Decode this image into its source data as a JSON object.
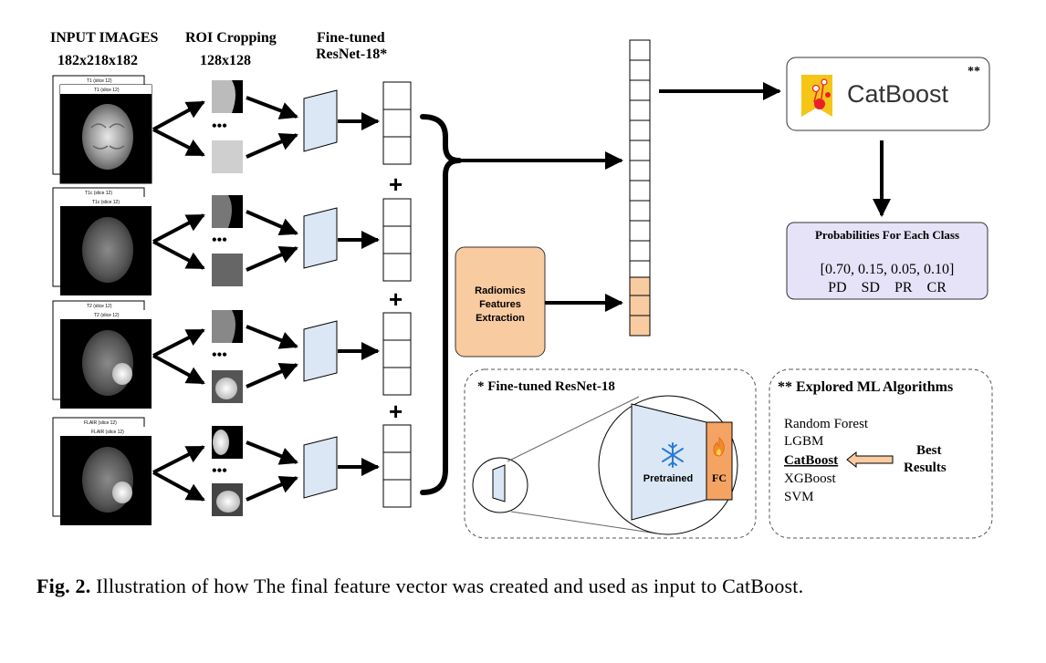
{
  "headers": {
    "input_images": "INPUT IMAGES",
    "input_size": "182x218x182",
    "roi_cropping": "ROI Cropping",
    "roi_size": "128x128",
    "finetuned_line1": "Fine-tuned",
    "finetuned_line2": "ResNet-18*"
  },
  "modalities": [
    {
      "back_label": "T1 (slice 12)",
      "front_label": "T1 (slice 12)"
    },
    {
      "back_label": "T1c (slice 12)",
      "front_label": "T1c (slice 12)"
    },
    {
      "back_label": "T2 (slice 12)",
      "front_label": "T2 (slice 12)"
    },
    {
      "back_label": "FLAIR (slice 12)",
      "front_label": "FLAIR (slice 12)"
    }
  ],
  "plus_sign": "+",
  "ellipsis": "•••",
  "radiomics": {
    "line1": "Radiomics",
    "line2": "Features",
    "line3": "Extraction"
  },
  "catboost": {
    "name": "CatBoost",
    "marker": "**"
  },
  "probabilities": {
    "title": "Probabilities For Each Class",
    "values": "[0.70, 0.15, 0.05, 0.10]",
    "classes": "PD    SD    PR    CR"
  },
  "resnet_panel": {
    "title": "* Fine-tuned ResNet-18",
    "pretrained": "Pretrained",
    "fc": "FC"
  },
  "ml_panel": {
    "title": "** Explored ML Algorithms",
    "algorithms": [
      "Random Forest",
      "LGBM",
      "CatBoost",
      "XGBoost",
      "SVM"
    ],
    "best_line1": "Best",
    "best_line2": "Results"
  },
  "caption": {
    "label": "Fig. 2.",
    "text": " Illustration of how The final feature vector was created and used as input to CatBoost."
  },
  "colors": {
    "network_fill": "#dbe7f5",
    "radiomics_fill": "#f9cba0",
    "prob_fill": "#e6e3f8",
    "catboost_yellow": "#f5c518",
    "catboost_red": "#e8202a",
    "fc_fill": "#f4a363"
  }
}
